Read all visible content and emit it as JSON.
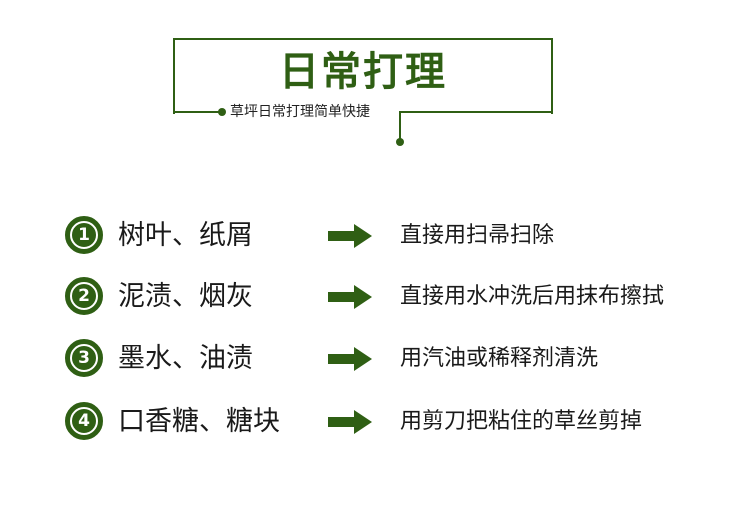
{
  "header": {
    "title": "日常打理",
    "subtitle": "草坪日常打理简单快捷"
  },
  "colors": {
    "accent": "#2f5f14",
    "text": "#1a1a1a"
  },
  "rows": [
    {
      "number": "1",
      "item": "树叶、纸屑",
      "arrow_icon": "right-arrow-icon",
      "action": "直接用扫帚扫除"
    },
    {
      "number": "2",
      "item": "泥渍、烟灰",
      "arrow_icon": "right-arrow-icon",
      "action": "直接用水冲洗后用抹布擦拭"
    },
    {
      "number": "3",
      "item": "墨水、油渍",
      "arrow_icon": "right-arrow-icon",
      "action": "用汽油或稀释剂清洗"
    },
    {
      "number": "4",
      "item": "口香糖、糖块",
      "arrow_icon": "right-arrow-icon",
      "action": "用剪刀把粘住的草丝剪掉"
    }
  ]
}
